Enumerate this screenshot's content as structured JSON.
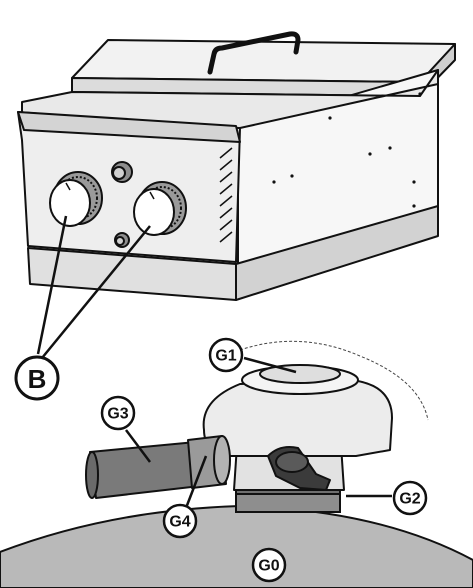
{
  "figure": {
    "labels": {
      "B": "B",
      "G0": "G0",
      "G1": "G1",
      "G2": "G2",
      "G3": "G3",
      "G4": "G4"
    },
    "colors": {
      "outline": "#111111",
      "metal_light": "#e6e6e6",
      "metal_mid": "#c4c4c4",
      "metal_dark": "#8e8e8e",
      "cylinder": "#b9b9b9",
      "hose": "#7a7a7a"
    }
  }
}
